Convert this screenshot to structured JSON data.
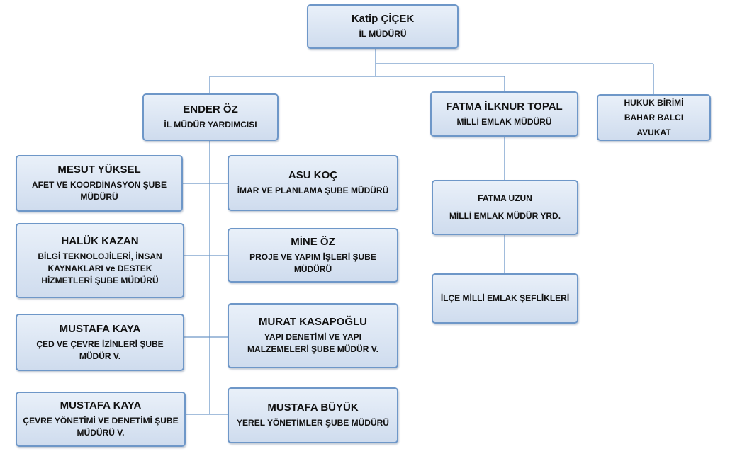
{
  "director": {
    "name": "Katip ÇİÇEK",
    "title": "İL MÜDÜRÜ"
  },
  "deputy": {
    "name": "ENDER ÖZ",
    "title": "İL MÜDÜR YARDIMCISI"
  },
  "estate_director": {
    "name": "FATMA İLKNUR TOPAL",
    "title": "MİLLİ EMLAK MÜDÜRÜ"
  },
  "legal": {
    "line1": "HUKUK BİRİMİ",
    "line2": "BAHAR BALCI",
    "line3": "AVUKAT"
  },
  "estate_deputy": {
    "name": "FATMA UZUN",
    "title": "MİLLİ EMLAK MÜDÜR YRD."
  },
  "district": {
    "title": "İLÇE MİLLİ EMLAK ŞEFLİKLERİ"
  },
  "branches_left": [
    {
      "name": "MESUT YÜKSEL",
      "title": "AFET VE KOORDİNASYON ŞUBE MÜDÜRÜ"
    },
    {
      "name": "HALÜK KAZAN",
      "title": "BİLGİ TEKNOLOJİLERİ, İNSAN KAYNAKLARI ve DESTEK HİZMETLERİ ŞUBE MÜDÜRÜ"
    },
    {
      "name": "MUSTAFA KAYA",
      "title": "ÇED VE ÇEVRE İZİNLERİ ŞUBE MÜDÜR V."
    },
    {
      "name": "MUSTAFA KAYA",
      "title": "ÇEVRE YÖNETİMİ VE DENETİMİ ŞUBE MÜDÜRÜ V."
    }
  ],
  "branches_right": [
    {
      "name": "ASU KOÇ",
      "title": "İMAR VE PLANLAMA ŞUBE MÜDÜRÜ"
    },
    {
      "name": "MİNE ÖZ",
      "title": "PROJE VE YAPIM İŞLERİ ŞUBE MÜDÜRÜ"
    },
    {
      "name": "MURAT KASAPOĞLU",
      "title": "YAPI DENETİMİ VE YAPI MALZEMELERİ ŞUBE MÜDÜR V."
    },
    {
      "name": "MUSTAFA BÜYÜK",
      "title": "YEREL YÖNETİMLER ŞUBE MÜDÜRÜ"
    }
  ]
}
